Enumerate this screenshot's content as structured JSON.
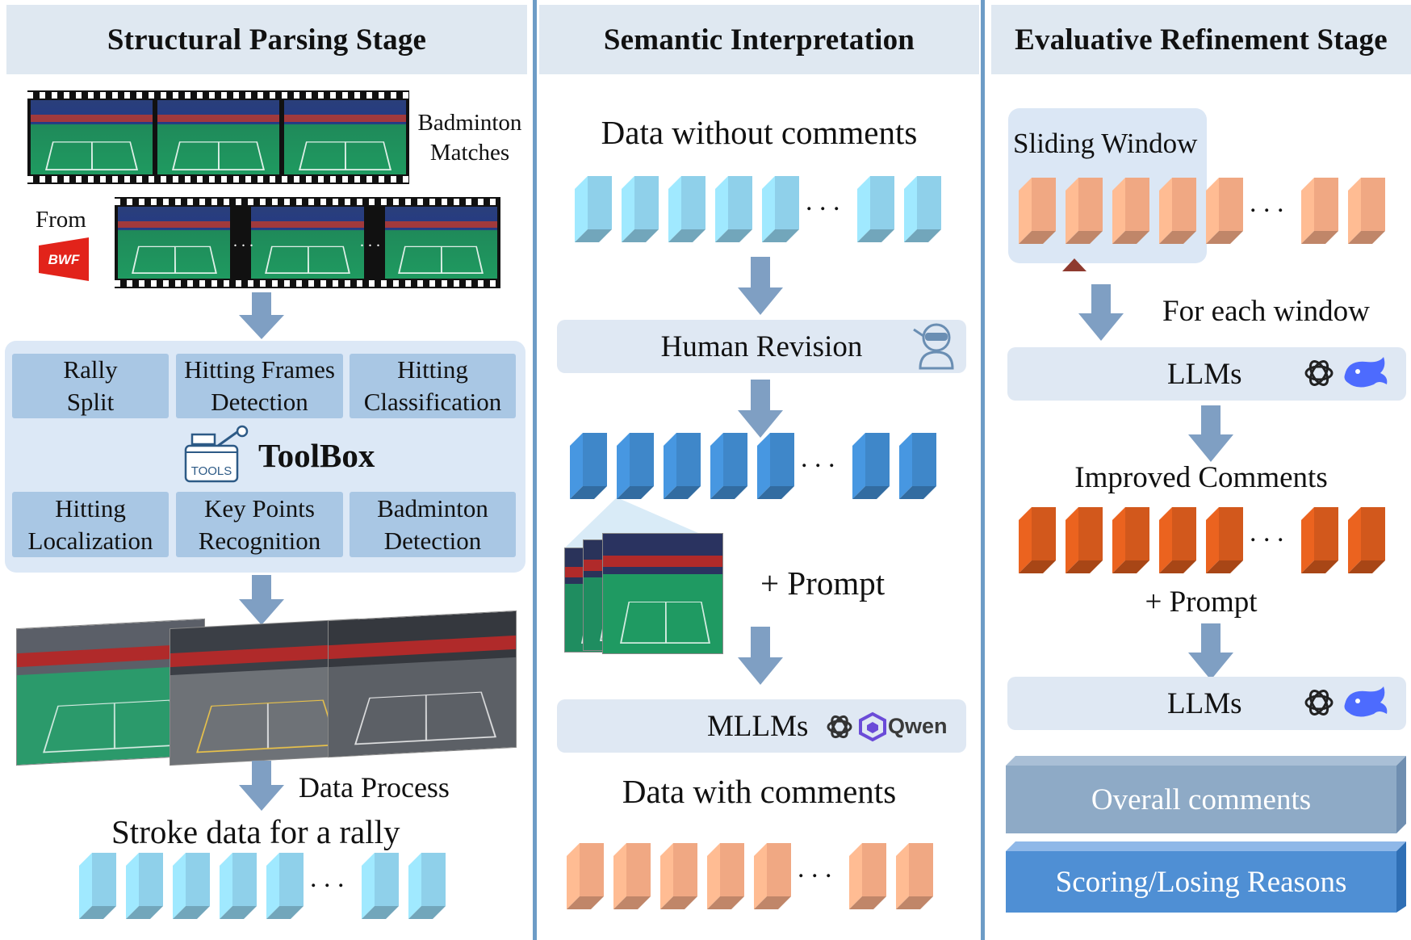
{
  "stages": [
    {
      "title": "Structural Parsing Stage"
    },
    {
      "title": "Semantic Interpretation"
    },
    {
      "title": "Evaluative Refinement Stage"
    }
  ],
  "structural": {
    "badminton_matches": "Badminton\nMatches",
    "from_label": "From",
    "bwf_logo_text": "BWF",
    "toolbox_top": [
      {
        "label": "Rally\nSplit"
      },
      {
        "label": "Hitting Frames\nDetection"
      },
      {
        "label": "Hitting\nClassification"
      }
    ],
    "toolbox_title": "ToolBox",
    "tools_icon_text": "TOOLS",
    "toolbox_bottom": [
      {
        "label": "Hitting\nLocalization"
      },
      {
        "label": "Key Points\nRecognition"
      },
      {
        "label": "Badminton\nDetection"
      }
    ],
    "data_process": "Data Process",
    "stroke_data": "Stroke data for a rally"
  },
  "semantic": {
    "data_without_comments": "Data without comments",
    "human_revision": "Human Revision",
    "prompt": "+  Prompt",
    "mllms": "MLLMs",
    "qwen_logo_text": "Qwen",
    "data_with_comments": "Data with comments"
  },
  "evaluative": {
    "sliding_window": "Sliding Window",
    "for_each_window": "For each window",
    "llms_1": "LLMs",
    "improved_comments": "Improved Comments",
    "prompt": "+ Prompt",
    "llms_2": "LLMs",
    "overall_comments": "Overall comments",
    "scoring_reasons": "Scoring/Losing Reasons"
  },
  "colors": {
    "header_bg": "#dfe8f1",
    "divider": "#6d9cc6",
    "arrow": "#7f9fc3",
    "toolbox_bg": "#dce8f6",
    "tool_cell": "#a9c7e4",
    "block_light_blue": "#8fd0ea",
    "block_mid_blue": "#3f87c9",
    "block_peach": "#f0a883",
    "block_orange": "#d2581c",
    "overall_box": "#8eaac6",
    "scoring_box": "#4f8fd4"
  },
  "icons": [
    "film-strip-icon",
    "bwf-logo-icon",
    "tools-icon",
    "ninja-user-icon",
    "openai-icon",
    "deepseek-whale-icon",
    "qwen-logo-icon",
    "triangle-marker-icon"
  ]
}
